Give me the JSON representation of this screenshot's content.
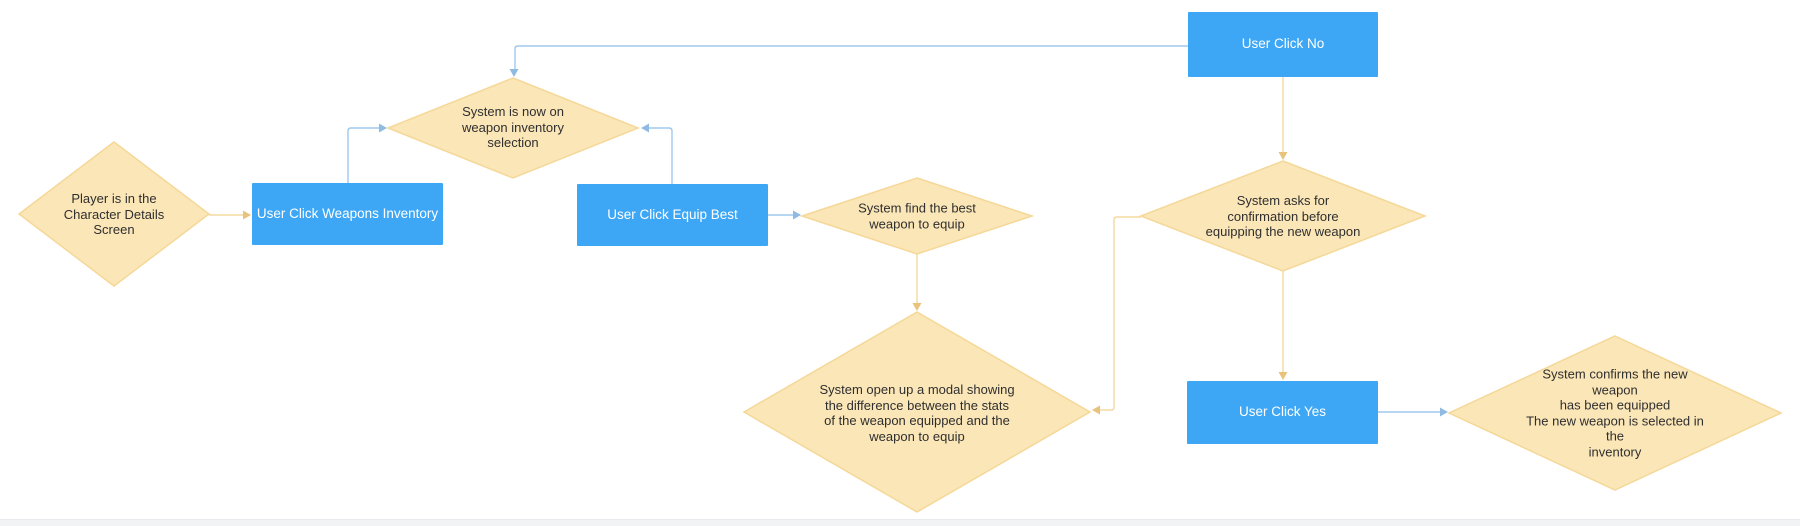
{
  "app": {
    "kind": "flowchart-canvas",
    "background": "#FFFFFF",
    "bottom_bar_color": "#F1F3F4"
  },
  "colors": {
    "process_fill": "#3DA7F5",
    "process_text": "#FFFFFF",
    "diamond_fill": "#FBE6B8",
    "diamond_stroke": "#F5D898",
    "edge_tan": "#F3DAA0",
    "arrow_tan": "#E9C27C",
    "edge_blue": "#9FC8ED",
    "arrow_blue": "#8FBBE3",
    "text_dark": "#2F2F2F"
  },
  "nodes": [
    {
      "id": "player-in-character-details",
      "type": "decision",
      "label": "Player is in the\nCharacter Details\nScreen"
    },
    {
      "id": "user-click-weapons-inventory",
      "type": "process",
      "label": "User Click Weapons Inventory"
    },
    {
      "id": "system-on-weapon-inventory-selection",
      "type": "decision",
      "label": "System is now on\nweapon inventory\nselection"
    },
    {
      "id": "user-click-equip-best",
      "type": "process",
      "label": "User Click Equip Best"
    },
    {
      "id": "system-find-best-weapon",
      "type": "decision",
      "label": "System find the best\nweapon to equip"
    },
    {
      "id": "system-open-modal",
      "type": "decision",
      "label": "System open up a modal showing\nthe difference between the stats\nof the weapon equipped and the\nweapon to equip"
    },
    {
      "id": "system-asks-confirmation",
      "type": "decision",
      "label": "System asks for\nconfirmation before\nequipping the new weapon"
    },
    {
      "id": "user-click-no",
      "type": "process",
      "label": "User Click No"
    },
    {
      "id": "user-click-yes",
      "type": "process",
      "label": "User Click Yes"
    },
    {
      "id": "system-confirms-equipped",
      "type": "decision",
      "label": "System confirms the new weapon\nhas been equipped\nThe new weapon is selected in the\ninventory"
    }
  ],
  "edges": [
    {
      "from": "player-in-character-details",
      "to": "user-click-weapons-inventory",
      "style": "tan"
    },
    {
      "from": "user-click-weapons-inventory",
      "to": "system-on-weapon-inventory-selection",
      "style": "blue"
    },
    {
      "from": "user-click-no",
      "to": "system-on-weapon-inventory-selection",
      "style": "blue"
    },
    {
      "from": "user-click-equip-best",
      "to": "system-on-weapon-inventory-selection",
      "style": "blue"
    },
    {
      "from": "user-click-equip-best",
      "to": "system-find-best-weapon",
      "style": "blue"
    },
    {
      "from": "system-find-best-weapon",
      "to": "system-open-modal",
      "style": "tan"
    },
    {
      "from": "system-asks-confirmation",
      "to": "system-open-modal",
      "style": "tan"
    },
    {
      "from": "user-click-no",
      "to": "system-asks-confirmation",
      "style": "tan"
    },
    {
      "from": "system-asks-confirmation",
      "to": "user-click-yes",
      "style": "tan"
    },
    {
      "from": "user-click-yes",
      "to": "system-confirms-equipped",
      "style": "blue"
    }
  ]
}
